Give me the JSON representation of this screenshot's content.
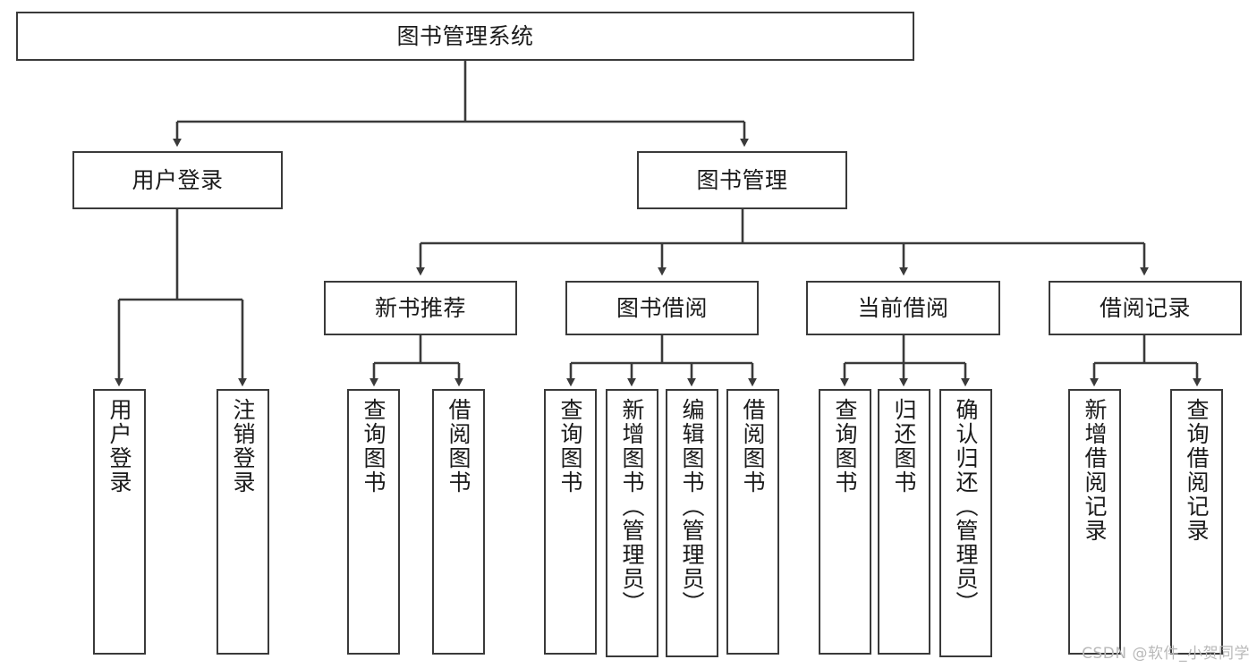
{
  "diagram": {
    "title": "图书管理系统",
    "type": "tree-hierarchy",
    "watermark": "CSDN @软件_小贺同学",
    "colors": {
      "border": "#3a3a3a",
      "fill": "#ffffff",
      "text": "#1b1b1b",
      "edge": "#3a3a3a",
      "watermark": "#b9b9b9"
    },
    "nodes": {
      "root": {
        "label": "图书管理系统",
        "level": 1
      },
      "l2": [
        {
          "id": "user-login",
          "label": "用户登录"
        },
        {
          "id": "book-manage",
          "label": "图书管理"
        }
      ],
      "l3": [
        {
          "id": "new-book-rec",
          "label": "新书推荐"
        },
        {
          "id": "book-borrow",
          "label": "图书借阅"
        },
        {
          "id": "current-borrow",
          "label": "当前借阅"
        },
        {
          "id": "borrow-record",
          "label": "借阅记录"
        }
      ],
      "leaves": {
        "user-login": [
          {
            "id": "leaf-user-login",
            "label": "用户登录"
          },
          {
            "id": "leaf-user-logout",
            "label": "注销登录"
          }
        ],
        "new-book-rec": [
          {
            "id": "leaf-query-book-1",
            "label": "查询图书"
          },
          {
            "id": "leaf-borrow-book-1",
            "label": "借阅图书"
          }
        ],
        "book-borrow": [
          {
            "id": "leaf-query-book-2",
            "label": "查询图书"
          },
          {
            "id": "leaf-add-book",
            "label": "新增图书（管理员）"
          },
          {
            "id": "leaf-edit-book",
            "label": "编辑图书（管理员）"
          },
          {
            "id": "leaf-borrow-book-2",
            "label": "借阅图书"
          }
        ],
        "current-borrow": [
          {
            "id": "leaf-query-book-3",
            "label": "查询图书"
          },
          {
            "id": "leaf-return-book",
            "label": "归还图书"
          },
          {
            "id": "leaf-confirm-return",
            "label": "确认归还（管理员）"
          }
        ],
        "borrow-record": [
          {
            "id": "leaf-add-record",
            "label": "新增借阅记录"
          },
          {
            "id": "leaf-query-record",
            "label": "查询借阅记录"
          }
        ]
      }
    }
  }
}
